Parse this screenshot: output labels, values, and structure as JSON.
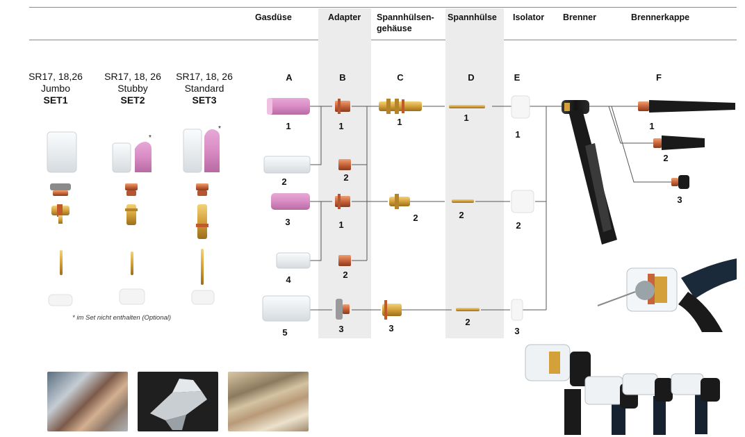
{
  "headers": {
    "gasduese": "Gasdüse",
    "adapter": "Adapter",
    "spannhuelsengehaeuse_1": "Spannhülsen-",
    "spannhuelsengehaeuse_2": "gehäuse",
    "spannhuelse": "Spannhülse",
    "isolator": "Isolator",
    "brenner": "Brenner",
    "brennerkappe": "Brennerkappe"
  },
  "column_letters": {
    "A": "A",
    "B": "B",
    "C": "C",
    "D": "D",
    "E": "E",
    "F": "F"
  },
  "sets": [
    {
      "line1": "SR17, 18,26",
      "line2": "Jumbo",
      "line3": "SET1"
    },
    {
      "line1": "SR17, 18, 26",
      "line2": "Stubby",
      "line3": "SET2"
    },
    {
      "line1": "SR17, 18, 26",
      "line2": "Standard",
      "line3": "SET3"
    }
  ],
  "set_marker": "*",
  "note": "* im Set nicht enthalten (Optional)",
  "numbers": {
    "A": [
      "1",
      "2",
      "3",
      "4",
      "5"
    ],
    "B": [
      "1",
      "2",
      "1",
      "2",
      "3"
    ],
    "C": [
      "1",
      "2",
      "3"
    ],
    "D": [
      "1",
      "2",
      "2"
    ],
    "E": [
      "1",
      "2",
      "3"
    ],
    "F": [
      "1",
      "2",
      "3"
    ]
  },
  "colors": {
    "ceramic_pink": "#d98cc4",
    "copper": "#c8643c",
    "brass": "#d4a03a",
    "glass": "#eef1f4",
    "white_part": "#f4f4f4",
    "torch_black": "#1a1a1a",
    "line": "#555555",
    "shade": "#ececec"
  }
}
